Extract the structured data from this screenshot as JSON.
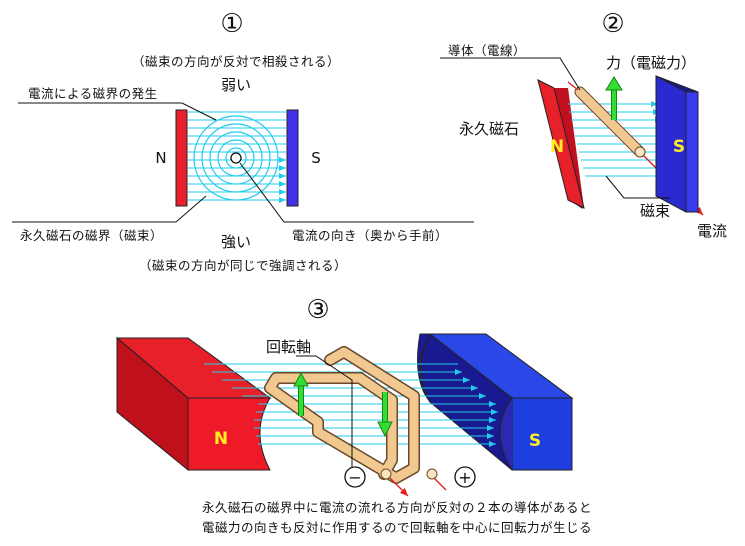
{
  "panel1": {
    "number": "①",
    "note_top": "（磁束の方向が反対で相殺される）",
    "weak": "弱い",
    "field_label": "電流による磁界の発生",
    "pole_n": "N",
    "pole_s": "S",
    "magnet_field_label": "永久磁石の磁界（磁束）",
    "current_dir_label": "電流の向き（奥から手前）",
    "strong": "強い",
    "note_bottom": "（磁束の方向が同じで強調される）"
  },
  "panel2": {
    "number": "②",
    "conductor_label": "導体（電線）",
    "force_label": "力（電磁力）",
    "magnet_label": "永久磁石",
    "pole_n": "N",
    "pole_s": "S",
    "flux_label": "磁束",
    "current_label": "電流"
  },
  "panel3": {
    "number": "③",
    "axis_label": "回転軸",
    "pole_n": "N",
    "pole_s": "S",
    "minus": "−",
    "plus": "+",
    "caption_line1": "永久磁石の磁界中に電流の流れる方向が反対の２本の導体があると",
    "caption_line2": "電磁力の向きも反対に作用するので回転軸を中心に回転力が生じる"
  },
  "colors": {
    "red_magnet": "#e8202a",
    "blue_magnet": "#2a3cf0",
    "field_lines": "#22ccee",
    "conductor": "#f0c890",
    "force_arrow": "#22cc22",
    "pole_letter": "#ffee22"
  }
}
